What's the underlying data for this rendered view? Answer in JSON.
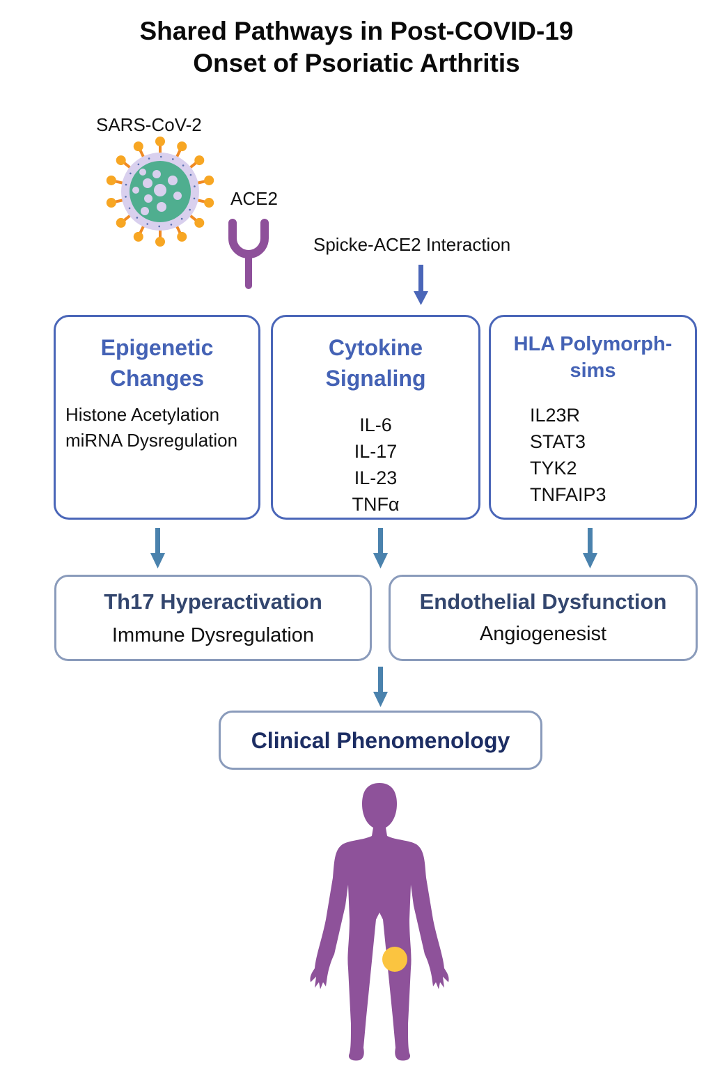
{
  "title": {
    "line1": "Shared Pathways in Post-COVID-19",
    "line2": "Onset of Psoriatic Arthritis"
  },
  "labels": {
    "virus": "SARS-CoV-2",
    "receptor": "ACE2",
    "interaction": "Spicke-ACE2 Interaction"
  },
  "mechanisms": [
    {
      "title_lines": [
        "Epigenetic",
        "Changes"
      ],
      "items": [
        "Histone Acetylation",
        "miRNA Dysregulation"
      ]
    },
    {
      "title_lines": [
        "Cytokine",
        "Signaling"
      ],
      "items": [
        "IL-6",
        "IL-17",
        "IL-23",
        "TNFα"
      ]
    },
    {
      "title_lines": [
        "HLA Polymorph-",
        "sims"
      ],
      "items": [
        "IL23R",
        "STAT3",
        "TYK2",
        "TNFAIP3"
      ]
    }
  ],
  "outcomes": [
    {
      "title": "Th17 Hyperactivation",
      "subtitle": "Immune Dysregulation"
    },
    {
      "title": "Endothelial Dysfunction",
      "subtitle": "Angiogenesist"
    }
  ],
  "final": {
    "title": "Clinical Phenomenology"
  },
  "icons": {
    "virus": "sars-cov-2-virus-icon",
    "receptor": "ace2-receptor-icon",
    "body": "human-body-icon",
    "joint": "inflamed-knee-joint-marker"
  },
  "colors": {
    "top_box_border": "#4a66b8",
    "top_box_title": "#4462b5",
    "mid_box_border": "#8a9bbb",
    "mid_box_title": "#33466e",
    "final_title": "#1c2d63",
    "arrow_primary": "#4a66b8",
    "arrow_secondary": "#4a82ad",
    "virus_core": "#4fae8f",
    "virus_envelope": "#d9d0ee",
    "virus_spike": "#f08a24",
    "receptor": "#8e509a",
    "body": "#8e529a",
    "joint": "#fbc440"
  }
}
